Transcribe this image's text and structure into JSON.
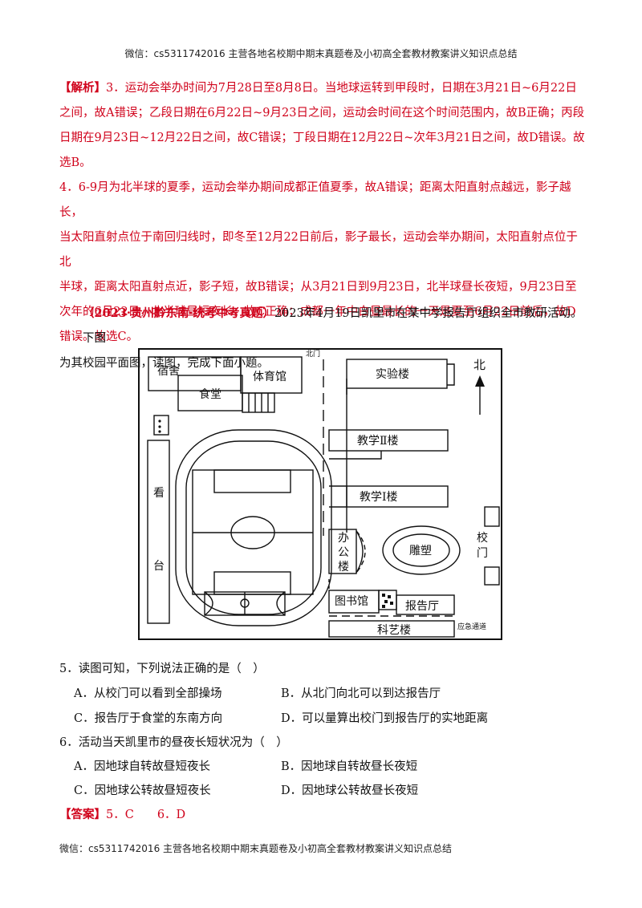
{
  "header": "微信：cs5311742016  主营各地名校期中期末真题卷及小初高全套教材教案讲义知识点总结",
  "footer": "微信：cs5311742016  主营各地名校期中期末真题卷及小初高全套教材教案讲义知识点总结",
  "analysis": {
    "label": "【解析】",
    "q3_lines": [
      "3．运动会举办时间为7月28日至8月8日。当地球运转到甲段时，日期在3月21日~6月22日",
      "之间，故A错误；乙段日期在6月22日~9月23日之间，运动会时间在这个时间范围内，故B正确；丙段",
      "日期在9月23日~12月22日之间，故C错误；丁段日期在12月22日~次年3月21日之间，故D错误。故",
      "选B。"
    ],
    "q4_lines": [
      "4．6-9月为北半球的夏季，运动会举办期间成都正值夏季，故A错误；距离太阳直射点越远，影子越长，",
      "当太阳直射点位于南回归线时，即冬至12月22日前后，影子最长，运动会举办期间，太阳直射点位于北",
      "半球，距离太阳直射点近，影子短，故B错误；从3月21日到9月23日，北半球昼长夜短，9月23日至",
      "次年的6月22日，北半球昼短夜长，故C正确；成都一年中白昼最长的一天是夏至6月22日前后，故D",
      "错误。故选C。"
    ]
  },
  "intro": {
    "source": "（2023·贵州黔东南·统考中考真题）",
    "line1": "2023年4月19日凯里市在某中学报告厅组织全市教研活动。下图",
    "line2": "为其校园平面图，读图，完成下面小题。"
  },
  "map_labels": {
    "north_gate": "北门",
    "north": "北",
    "dorm": "宿舍",
    "canteen": "食堂",
    "gym": "体育馆",
    "lab": "实验楼",
    "teach2": "教学Ⅱ楼",
    "teach1": "教学Ⅰ楼",
    "stand1": "看",
    "stand2": "台",
    "office1": "办",
    "office2": "公",
    "office3": "楼",
    "sculpture": "雕塑",
    "gate1": "校",
    "gate2": "门",
    "library": "图书馆",
    "report_hall": "报告厅",
    "art": "科艺楼",
    "emergency": "应急通道"
  },
  "q5": {
    "stem": "5．读图可知，下列说法正确的是（　）",
    "A": "A．从校门可以看到全部操场",
    "B": "B．从北门向北可以到达报告厅",
    "C": "C．报告厅于食堂的东南方向",
    "D": "D．可以量算出校门到报告厅的实地距离"
  },
  "q6": {
    "stem": "6．活动当天凯里市的昼夜长短状况为（　）",
    "A": "A．因地球自转故昼短夜长",
    "B": "B．因地球自转故昼长夜短",
    "C": "C．因地球公转故昼短夜长",
    "D": "D．因地球公转故昼长夜短"
  },
  "answer": {
    "label": "【答案】",
    "value": "5．C　　6．D"
  }
}
